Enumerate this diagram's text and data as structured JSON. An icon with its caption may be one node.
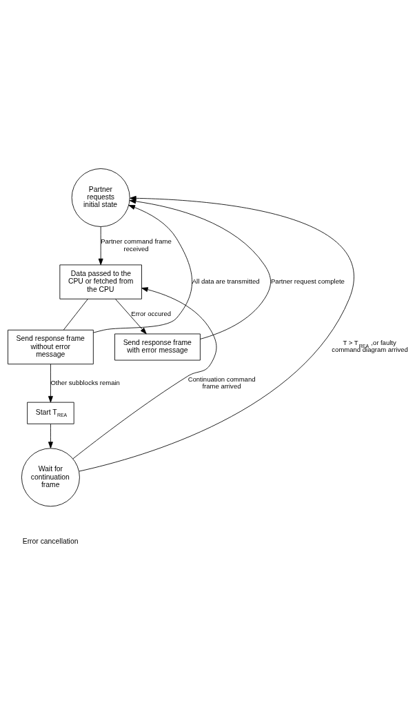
{
  "diagram": {
    "nodes": [
      {
        "text": [
          "Partner requests initial state"
        ]
      },
      {
        "text": [
          "Data passed to the CPU or fetched from the CPU"
        ]
      },
      {
        "text": [
          "Send response frame without error message"
        ]
      },
      {
        "text": [
          "Send response frame with error message"
        ]
      },
      {
        "text": [
          "Start T$_{REA}$"
        ]
      },
      {
        "text": [
          "Wait for continuation frame"
        ]
      }
    ],
    "edges": [
      {
        "from": 0,
        "to": 1,
        "arrow": "to",
        "label": "Partner command frame received"
      },
      {
        "from": 1,
        "to": 2,
        "arrow": "none"
      },
      {
        "from": 1,
        "to": 3,
        "arrow": "to",
        "label": "Error occured"
      },
      {
        "from": 3,
        "to": 0,
        "arrow": "to",
        "label": "Partner request complete"
      },
      {
        "from": 2,
        "to": 4,
        "arrow": "to",
        "label": "Other subblocks remain"
      },
      {
        "from": 2,
        "to": 0,
        "arrow": "to",
        "label": "All data are transmitted"
      },
      {
        "from": 4,
        "to": 5,
        "arrow": "to"
      },
      {
        "from": 5,
        "to": 0,
        "arrow": "to",
        "label": "T > T$_{REA}$ ,or faulty command diagram arrived"
      },
      {
        "from": 5,
        "to": 1,
        "arrow": "to",
        "label": "Continuation command frame arrived"
      }
    ],
    "labels": [
      "Error cancellation"
    ]
  }
}
